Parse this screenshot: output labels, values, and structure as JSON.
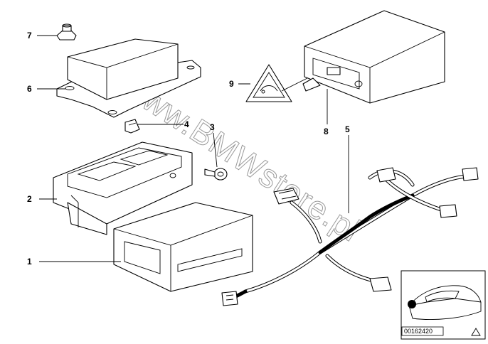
{
  "diagram": {
    "callouts": [
      "1",
      "2",
      "3",
      "4",
      "5",
      "6",
      "7",
      "8",
      "9"
    ],
    "watermark": "www.BMWstore.pl",
    "reference_number": "00162420"
  }
}
